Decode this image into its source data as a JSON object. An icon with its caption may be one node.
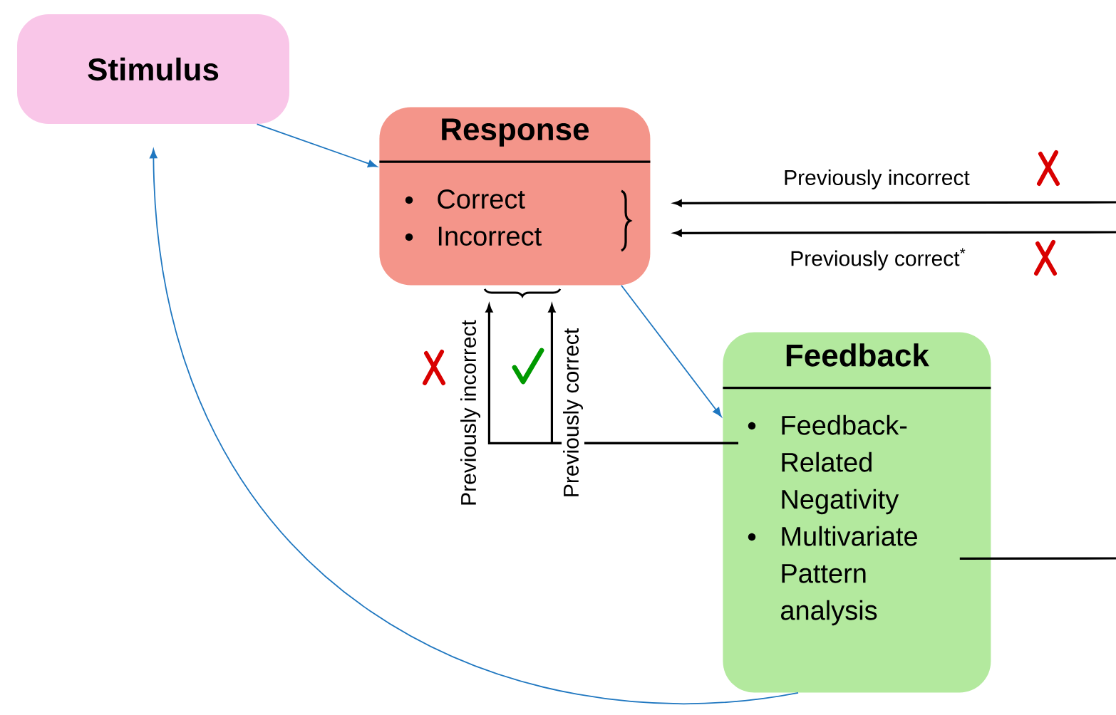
{
  "diagram": {
    "nodes": [
      {
        "text": [
          "Stimulus"
        ]
      },
      {
        "text": [
          "Response",
          "Correct",
          "Incorrect"
        ]
      },
      {
        "text": [
          "Feedback",
          "Feedback-Related Negativity",
          "Multivariate Pattern analysis"
        ]
      }
    ],
    "edges": [
      {
        "from": 0,
        "to": 1,
        "arrow": "to",
        "color": "#1f77c0"
      },
      {
        "from": 1,
        "to": 2,
        "arrow": "to",
        "color": "#1f77c0"
      },
      {
        "from": 2,
        "to": 0,
        "arrow": "to",
        "color": "#1f77c0"
      },
      {
        "from": null,
        "to": 1,
        "arrow": "to",
        "label": "Previously incorrect",
        "color": "#000000"
      },
      {
        "from": null,
        "to": 1,
        "arrow": "to",
        "label": "Previously correct$^{*}$",
        "color": "#000000"
      },
      {
        "from": 2,
        "to": 1,
        "arrow": "to",
        "label": "Previously incorrect",
        "color": "#000000"
      },
      {
        "from": 2,
        "to": 1,
        "arrow": "to",
        "label": "Previously correct",
        "color": "#000000"
      },
      {
        "from": 2,
        "to": null,
        "arrow": "none",
        "color": "#000000"
      }
    ]
  }
}
